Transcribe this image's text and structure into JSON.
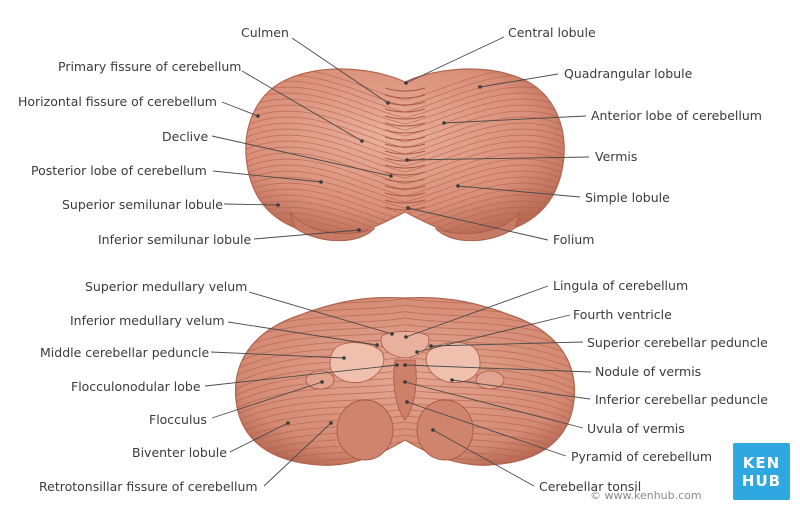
{
  "top_view": {
    "left_labels": [
      "Primary fissure of cerebellum",
      "Horizontal fissure of cerebellum",
      "Declive",
      "Posterior lobe of cerebellum",
      "Superior semilunar lobule",
      "Inferior semilunar lobule"
    ],
    "top_labels": [
      "Culmen",
      "Central lobule"
    ],
    "right_labels": [
      "Quadrangular lobule",
      "Anterior lobe of cerebellum",
      "Vermis",
      "Simple lobule",
      "Folium"
    ]
  },
  "bottom_view": {
    "left_labels": [
      "Superior medullary velum",
      "Inferior medullary velum",
      "Middle cerebellar peduncle",
      "Flocculonodular lobe",
      "Flocculus",
      "Biventer lobule",
      "Retrotonsillar fissure of cerebellum"
    ],
    "right_labels": [
      "Lingula of cerebellum",
      "Fourth ventricle",
      "Superior cerebellar peduncle",
      "Nodule of vermis",
      "Inferior cerebellar peduncle",
      "Uvula of vermis",
      "Pyramid of cerebellum",
      "Cerebellar tonsil"
    ]
  },
  "logo": {
    "line1": "KEN",
    "line2": "HUB"
  },
  "copyright": "© www.kenhub.com",
  "colors": {
    "tissue": "#d98f78",
    "tissue_dark": "#b5654f",
    "tissue_light": "#edb6a3",
    "leader_line": "#4a4a4a",
    "logo_bg": "#2fa7e0"
  }
}
